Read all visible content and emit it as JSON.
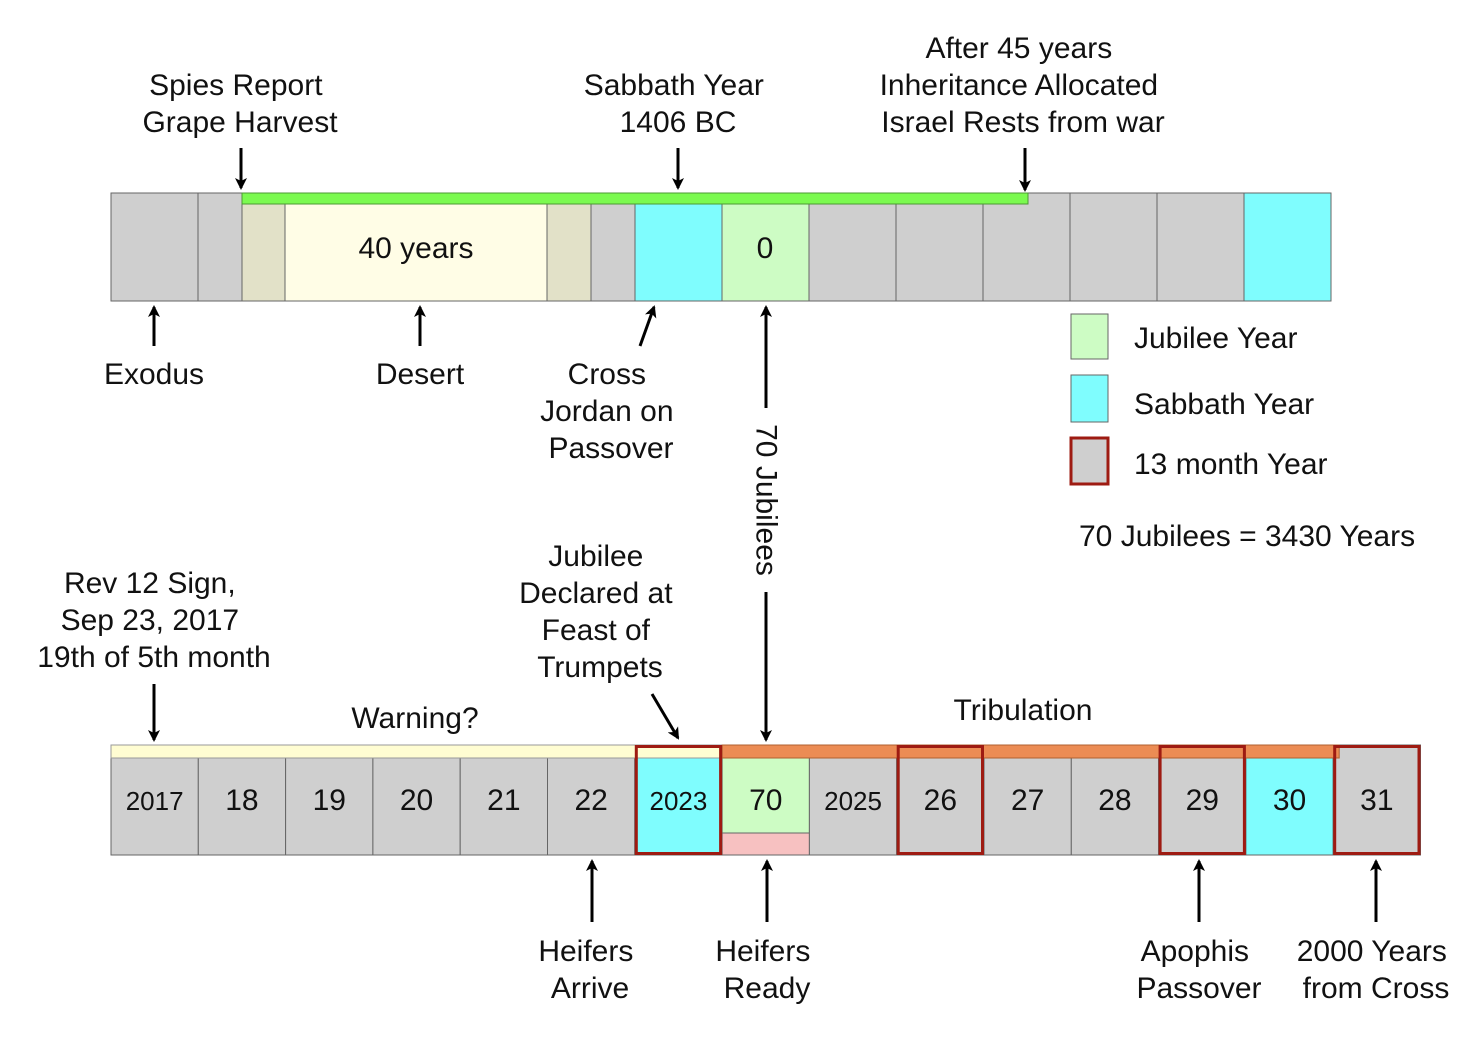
{
  "colors": {
    "gray": "#cfcfcf",
    "sabbath": "#7ffdfe",
    "jubilee": "#cdfcc4",
    "desert": "#fffde6",
    "desert_edge": "#e2e1c8",
    "green_bar": "#7bfa50",
    "orange_bar": "#ec8c54",
    "warning_bar": "#fffdd2",
    "heifer_pink": "#f7c1c1",
    "thirteen_border": "#9e1b12"
  },
  "top": {
    "desert_label": "40 years",
    "jubilee_label": "0",
    "callouts": {
      "spies": [
        "Spies Report",
        "Grape Harvest"
      ],
      "sabbath_1406": [
        "Sabbath Year",
        "1406 BC"
      ],
      "after45": [
        "After 45 years",
        "Inheritance Allocated",
        "Israel Rests from war"
      ],
      "exodus": [
        "Exodus"
      ],
      "desert": [
        "Desert"
      ],
      "cross_jordan": [
        "Cross",
        "Jordan on",
        "Passover"
      ]
    }
  },
  "middle": {
    "jubilees_label": "70 Jubilees"
  },
  "legend": {
    "items": [
      {
        "label": "Jubilee Year",
        "kind": "jubilee"
      },
      {
        "label": "Sabbath Year",
        "kind": "sabbath"
      },
      {
        "label": "13 month Year",
        "kind": "thirteen"
      }
    ],
    "equation": "70 Jubilees = 3430 Years"
  },
  "bottom": {
    "cells": [
      {
        "label": "2017",
        "kind": "gray",
        "small": true
      },
      {
        "label": "18",
        "kind": "gray"
      },
      {
        "label": "19",
        "kind": "gray"
      },
      {
        "label": "20",
        "kind": "gray"
      },
      {
        "label": "21",
        "kind": "gray"
      },
      {
        "label": "22",
        "kind": "gray"
      },
      {
        "label": "2023",
        "kind": "sabbath",
        "small": true,
        "thirteen": true
      },
      {
        "label": "70",
        "kind": "jubilee",
        "heifer": true
      },
      {
        "label": "2025",
        "kind": "gray",
        "small": true
      },
      {
        "label": "26",
        "kind": "gray",
        "thirteen": true
      },
      {
        "label": "27",
        "kind": "gray"
      },
      {
        "label": "28",
        "kind": "gray"
      },
      {
        "label": "29",
        "kind": "gray",
        "thirteen": true
      },
      {
        "label": "30",
        "kind": "sabbath"
      },
      {
        "label": "31",
        "kind": "gray",
        "thirteen": true
      }
    ],
    "warning_label": "Warning?",
    "tribulation_label": "Tribulation",
    "callouts": {
      "rev12": [
        "Rev 12 Sign,",
        "Sep 23, 2017",
        "19th of 5th month"
      ],
      "jubilee_declared": [
        "Jubilee",
        "Declared at",
        "Feast of",
        "Trumpets"
      ],
      "heifers_arrive": [
        "Heifers",
        "Arrive"
      ],
      "heifers_ready": [
        "Heifers",
        "Ready"
      ],
      "apophis": [
        "Apophis",
        "Passover"
      ],
      "cross2000": [
        "2000 Years",
        "from Cross"
      ]
    }
  }
}
